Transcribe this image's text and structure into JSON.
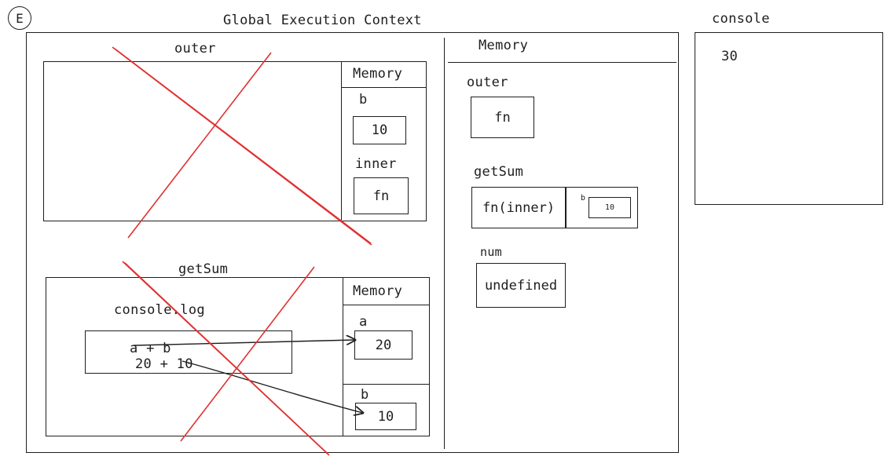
{
  "badge": "E",
  "gec": {
    "title": "Global Execution Context",
    "memory_label": "Memory",
    "memory": {
      "outer_label": "outer",
      "outer_value": "fn",
      "getsum_label": "getSum",
      "getsum_value": "fn(inner)",
      "closure_label": "b",
      "closure_value": "10",
      "num_label": "num",
      "num_value": "undefined"
    }
  },
  "outer_ctx": {
    "title": "outer",
    "memory_label": "Memory",
    "b_label": "b",
    "b_value": "10",
    "inner_label": "inner",
    "inner_value": "fn"
  },
  "getsum_ctx": {
    "title": "getSum",
    "memory_label": "Memory",
    "code_title": "console.log",
    "expr": "a + b",
    "expr_values": "20 + 10",
    "a_label": "a",
    "a_value": "20",
    "b_label": "b",
    "b_value": "10"
  },
  "console": {
    "title": "console",
    "output": "30"
  },
  "colors": {
    "ink": "#1e1e1e",
    "cross": "#e03131"
  }
}
